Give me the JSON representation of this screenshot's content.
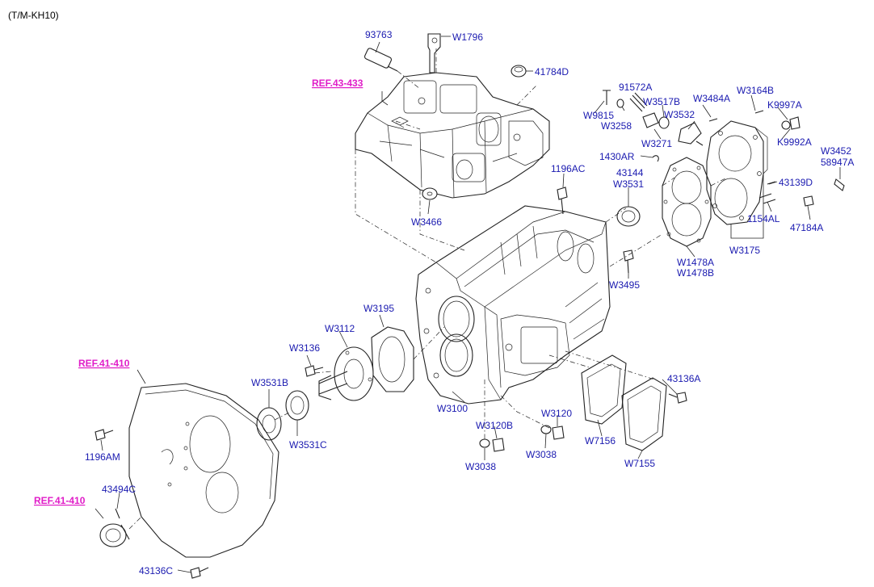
{
  "header": "(T/M-KH10)",
  "refs": [
    "REF.43-433",
    "REF.41-410",
    "REF.41-410"
  ],
  "parts": [
    "93763",
    "W1796",
    "41784D",
    "91572A",
    "W9815",
    "W3258",
    "W3517B",
    "W3484A",
    "W3164B",
    "K9997A",
    "W3532",
    "W3271",
    "K9992A",
    "1430AR",
    "W3452",
    "58947A",
    "1196AC",
    "43144",
    "W3531",
    "43139D",
    "W3466",
    "1154AL",
    "47184A",
    "W3175",
    "W1478A",
    "W1478B",
    "W3495",
    "W3195",
    "W3112",
    "W3136",
    "REF.41-410",
    "W3531B",
    "W3100",
    "43136A",
    "W3120",
    "W3120B",
    "W3531C",
    "1196AM",
    "W7156",
    "W3038",
    "W3038",
    "W7155",
    "43494C",
    "43136C"
  ]
}
